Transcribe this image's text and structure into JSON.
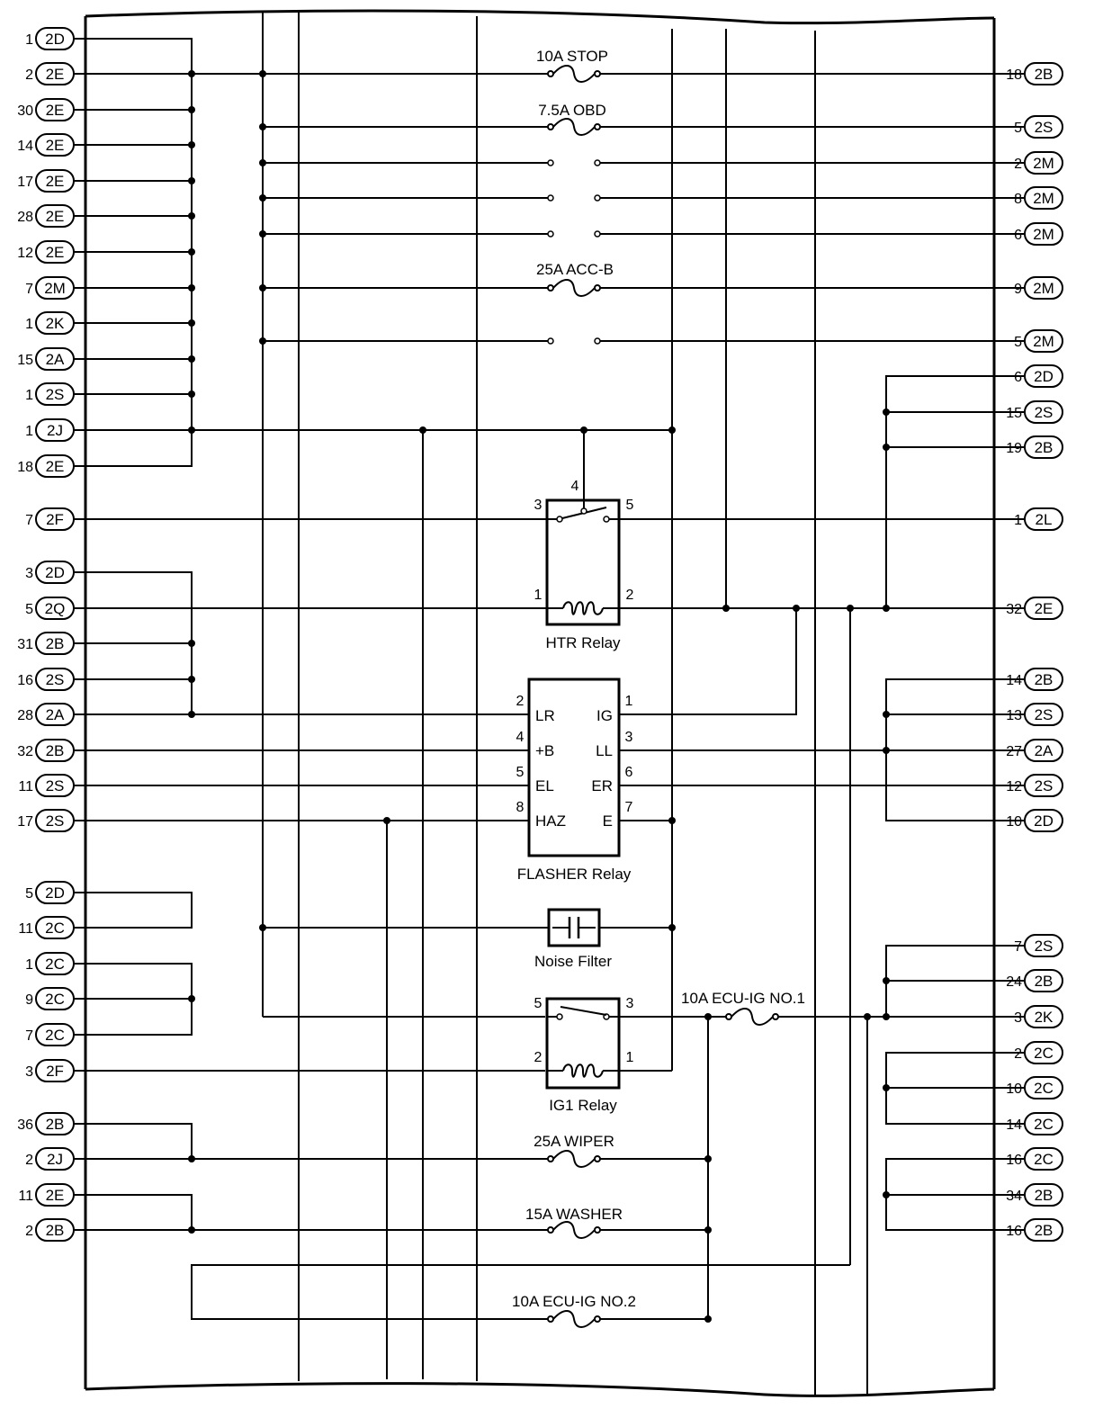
{
  "left_pins": [
    {
      "pin": "1",
      "connector": "2D"
    },
    {
      "pin": "2",
      "connector": "2E"
    },
    {
      "pin": "30",
      "connector": "2E"
    },
    {
      "pin": "14",
      "connector": "2E"
    },
    {
      "pin": "17",
      "connector": "2E"
    },
    {
      "pin": "28",
      "connector": "2E"
    },
    {
      "pin": "12",
      "connector": "2E"
    },
    {
      "pin": "7",
      "connector": "2M"
    },
    {
      "pin": "1",
      "connector": "2K"
    },
    {
      "pin": "15",
      "connector": "2A"
    },
    {
      "pin": "1",
      "connector": "2S"
    },
    {
      "pin": "1",
      "connector": "2J"
    },
    {
      "pin": "18",
      "connector": "2E"
    },
    {
      "pin": "7",
      "connector": "2F"
    },
    {
      "pin": "3",
      "connector": "2D"
    },
    {
      "pin": "5",
      "connector": "2Q"
    },
    {
      "pin": "31",
      "connector": "2B"
    },
    {
      "pin": "16",
      "connector": "2S"
    },
    {
      "pin": "28",
      "connector": "2A"
    },
    {
      "pin": "32",
      "connector": "2B"
    },
    {
      "pin": "11",
      "connector": "2S"
    },
    {
      "pin": "17",
      "connector": "2S"
    },
    {
      "pin": "5",
      "connector": "2D"
    },
    {
      "pin": "11",
      "connector": "2C"
    },
    {
      "pin": "1",
      "connector": "2C"
    },
    {
      "pin": "9",
      "connector": "2C"
    },
    {
      "pin": "7",
      "connector": "2C"
    },
    {
      "pin": "3",
      "connector": "2F"
    },
    {
      "pin": "36",
      "connector": "2B"
    },
    {
      "pin": "2",
      "connector": "2J"
    },
    {
      "pin": "11",
      "connector": "2E"
    },
    {
      "pin": "2",
      "connector": "2B"
    }
  ],
  "right_pins": [
    {
      "pin": "18",
      "connector": "2B"
    },
    {
      "pin": "5",
      "connector": "2S"
    },
    {
      "pin": "2",
      "connector": "2M"
    },
    {
      "pin": "8",
      "connector": "2M"
    },
    {
      "pin": "6",
      "connector": "2M"
    },
    {
      "pin": "9",
      "connector": "2M"
    },
    {
      "pin": "5",
      "connector": "2M"
    },
    {
      "pin": "6",
      "connector": "2D"
    },
    {
      "pin": "15",
      "connector": "2S"
    },
    {
      "pin": "19",
      "connector": "2B"
    },
    {
      "pin": "1",
      "connector": "2L"
    },
    {
      "pin": "32",
      "connector": "2E"
    },
    {
      "pin": "14",
      "connector": "2B"
    },
    {
      "pin": "13",
      "connector": "2S"
    },
    {
      "pin": "27",
      "connector": "2A"
    },
    {
      "pin": "12",
      "connector": "2S"
    },
    {
      "pin": "10",
      "connector": "2D"
    },
    {
      "pin": "7",
      "connector": "2S"
    },
    {
      "pin": "24",
      "connector": "2B"
    },
    {
      "pin": "3",
      "connector": "2K"
    },
    {
      "pin": "2",
      "connector": "2C"
    },
    {
      "pin": "10",
      "connector": "2C"
    },
    {
      "pin": "14",
      "connector": "2C"
    },
    {
      "pin": "16",
      "connector": "2C"
    },
    {
      "pin": "34",
      "connector": "2B"
    },
    {
      "pin": "16",
      "connector": "2B"
    }
  ],
  "fuses": [
    {
      "label": "10A STOP"
    },
    {
      "label": "7.5A OBD"
    },
    {
      "label": "25A ACC-B"
    },
    {
      "label": "25A WIPER"
    },
    {
      "label": "15A WASHER"
    },
    {
      "label": "10A ECU-IG NO.2"
    },
    {
      "label": "10A ECU-IG NO.1"
    }
  ],
  "htr_relay": {
    "label": "HTR Relay",
    "pins": [
      "4",
      "3",
      "5",
      "1",
      "2"
    ]
  },
  "flasher_relay": {
    "label": "FLASHER Relay",
    "left_terminals": [
      {
        "num": "2",
        "name": "LR"
      },
      {
        "num": "4",
        "name": "+B"
      },
      {
        "num": "5",
        "name": "EL"
      },
      {
        "num": "8",
        "name": "HAZ"
      }
    ],
    "right_terminals": [
      {
        "num": "1",
        "name": "IG"
      },
      {
        "num": "3",
        "name": "LL"
      },
      {
        "num": "6",
        "name": "ER"
      },
      {
        "num": "7",
        "name": "E"
      }
    ]
  },
  "noise_filter": {
    "label": "Noise Filter"
  },
  "ig1_relay": {
    "label": "IG1 Relay",
    "pins": [
      "5",
      "3",
      "2",
      "1"
    ]
  }
}
